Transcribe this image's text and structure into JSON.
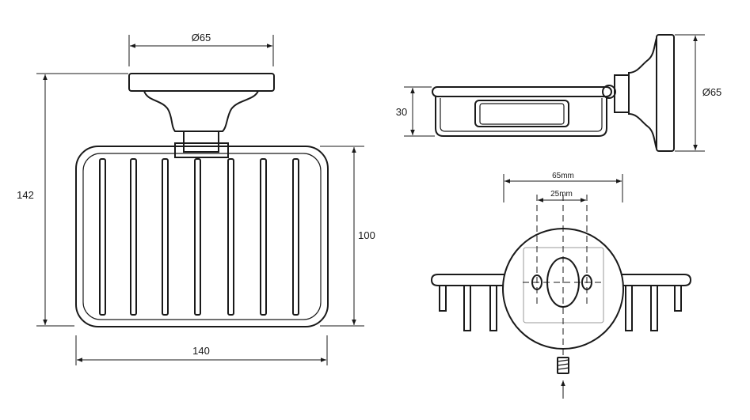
{
  "front_view": {
    "dim_backplate_diameter": "Ø65",
    "dim_total_height": "142",
    "dim_basket_height": "100",
    "dim_basket_width": "140"
  },
  "side_view": {
    "dim_depth": "30",
    "dim_plate_diameter": "Ø65"
  },
  "mounting_view": {
    "dim_hole_span": "65mm",
    "dim_hole_spacing": "25mm"
  },
  "colors": {
    "line": "#1a1a1a",
    "hidden_edge": "#9a9a9a",
    "background": "#ffffff"
  }
}
